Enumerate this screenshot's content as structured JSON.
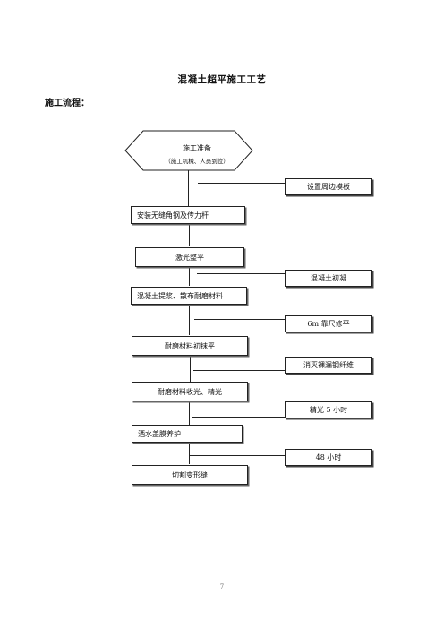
{
  "document": {
    "title": "混凝土超平施工工艺",
    "section_heading": "施工流程："
  },
  "flow": {
    "start": {
      "label": "施工准备",
      "sub": "（施工机械、人员到位）"
    },
    "steps": [
      "安装无缝角钢及传力杆",
      "激光整平",
      "混凝土提浆、散布耐磨材料",
      "耐磨材料初抹平",
      "耐磨材料收光、精光",
      "洒水盖膜养护",
      "切割变形缝"
    ],
    "side_steps": [
      "设置周边模板",
      "混凝土初凝",
      "6m 靠尺修平",
      "消灭裸漏钢纤维",
      "精光  5 小时",
      "48 小时"
    ]
  },
  "page_number": "7"
}
